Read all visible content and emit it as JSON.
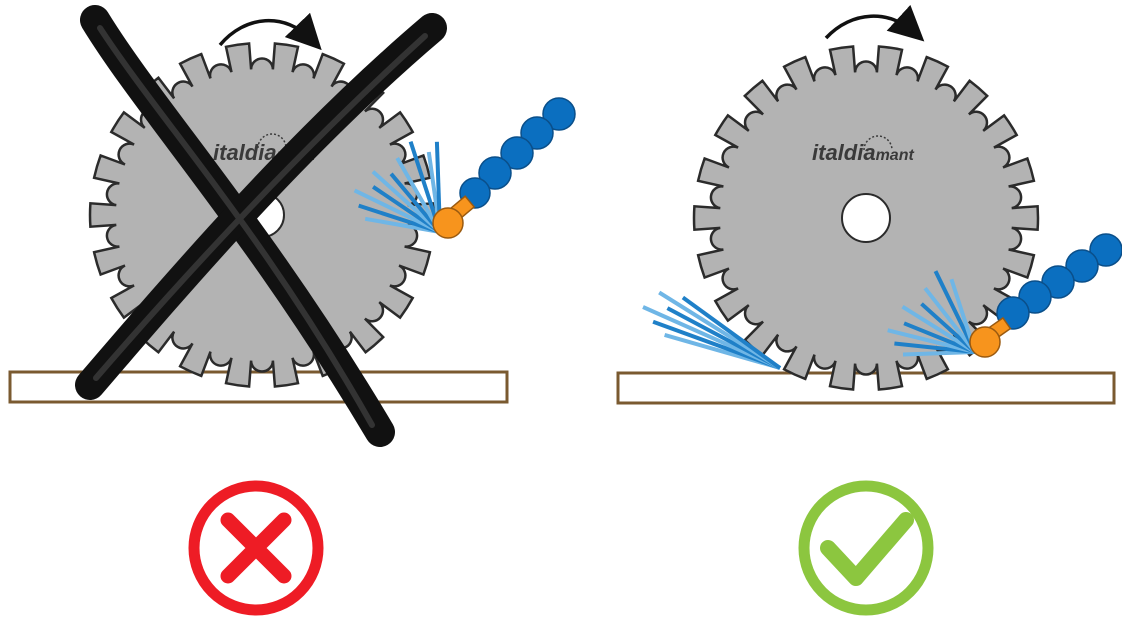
{
  "logo": {
    "prefix": "italdia",
    "suffix": "mant"
  },
  "colors": {
    "blade": "#b3b3b3",
    "blade_stroke": "#2b2b2b",
    "nozzle": "#f7941d",
    "hose_bead": "#0b6fc0",
    "spray": "#1f80c8",
    "workpiece": "#7a5a30",
    "wrong": "#ee1c25",
    "right": "#8cc63f"
  },
  "icons": {
    "rotation": "rotation-arrow-icon",
    "wrong": "cross-icon",
    "right": "check-icon"
  },
  "panels": [
    {
      "id": "wrong",
      "verdict": "incorrect"
    },
    {
      "id": "right",
      "verdict": "correct"
    }
  ]
}
